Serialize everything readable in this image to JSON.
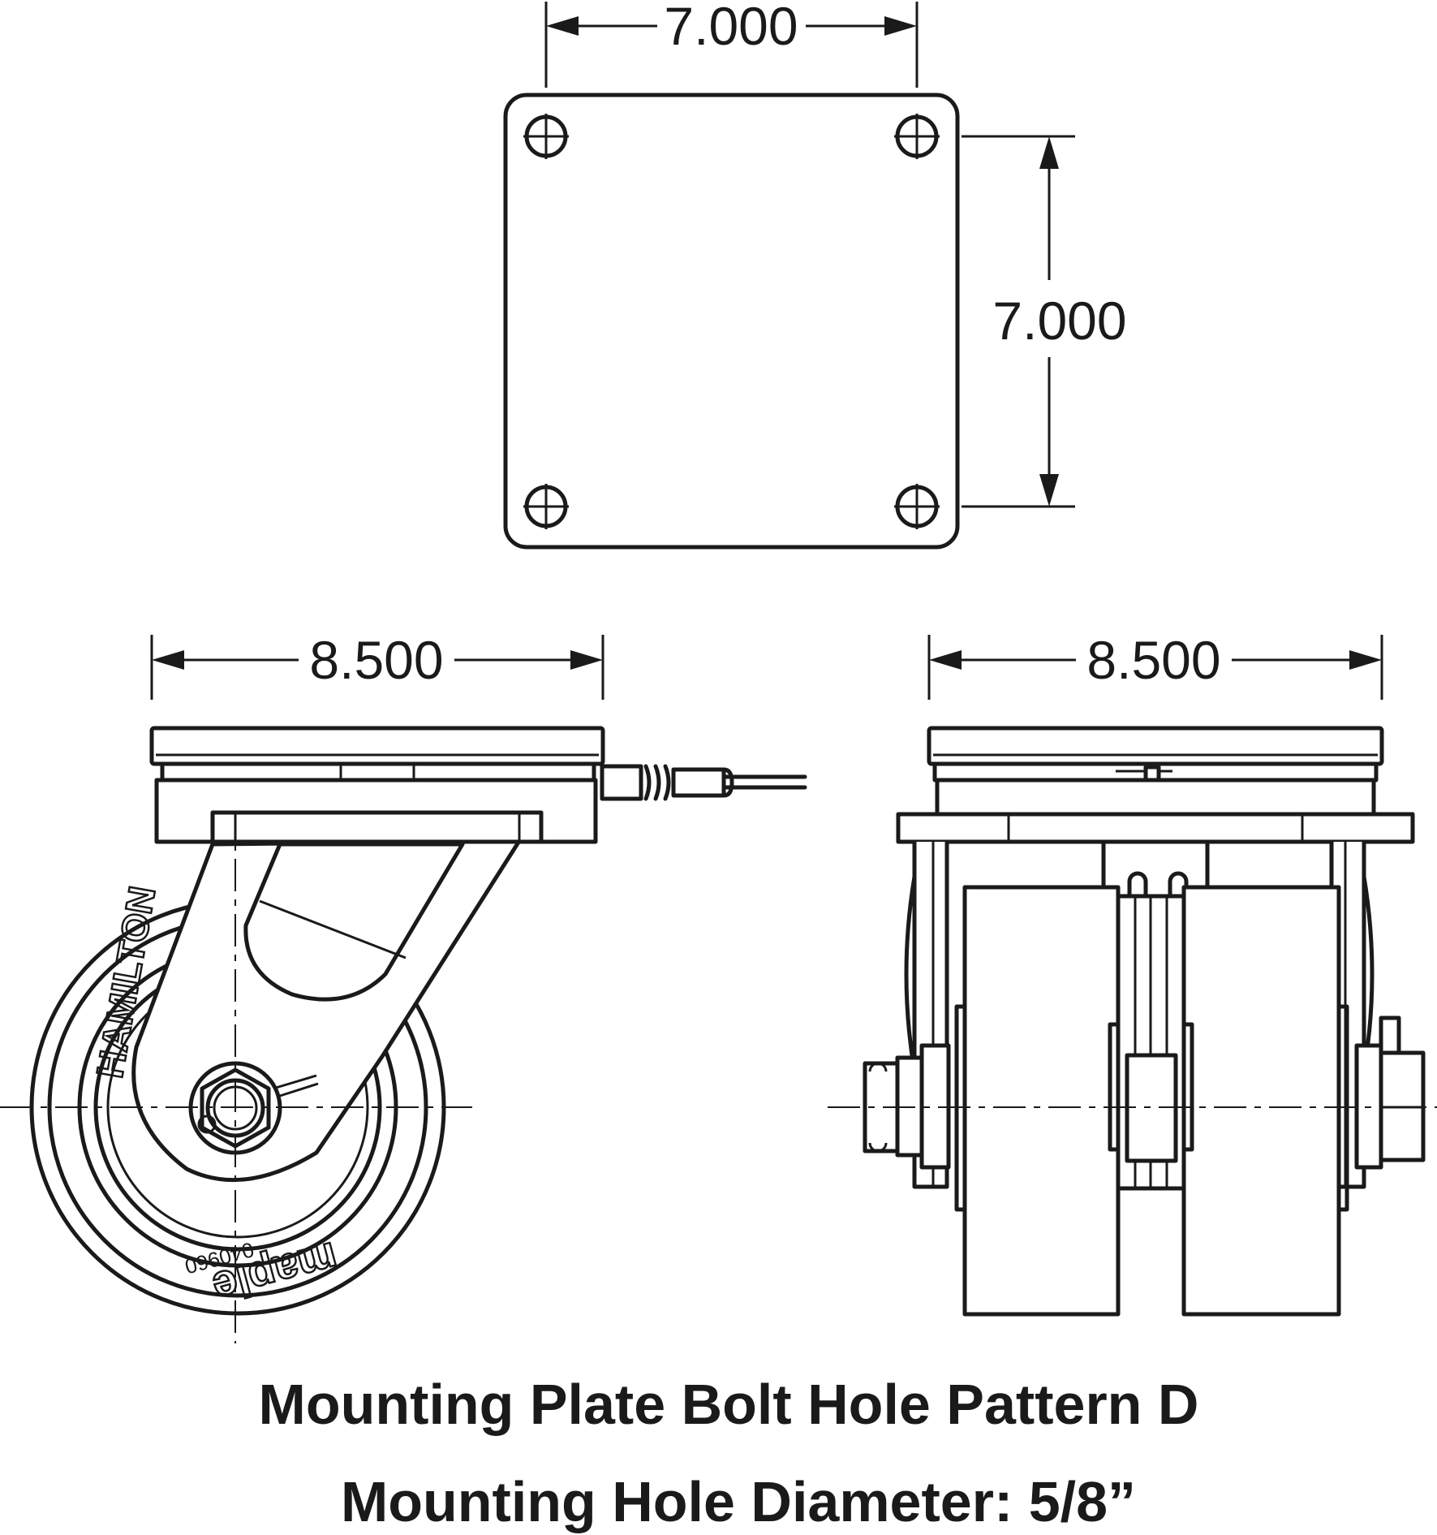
{
  "dimensions": {
    "plate_width": "7.000",
    "plate_height": "7.000",
    "side_width": "8.500",
    "front_width": "8.500"
  },
  "wheel_markings": {
    "brand_top": "HAMILTON",
    "brand_bottom": "maple",
    "serial": "040960"
  },
  "caption": {
    "line1": "Mounting Plate Bolt Hole Pattern D",
    "line2": "Mounting Hole Diameter: 5/8”"
  }
}
